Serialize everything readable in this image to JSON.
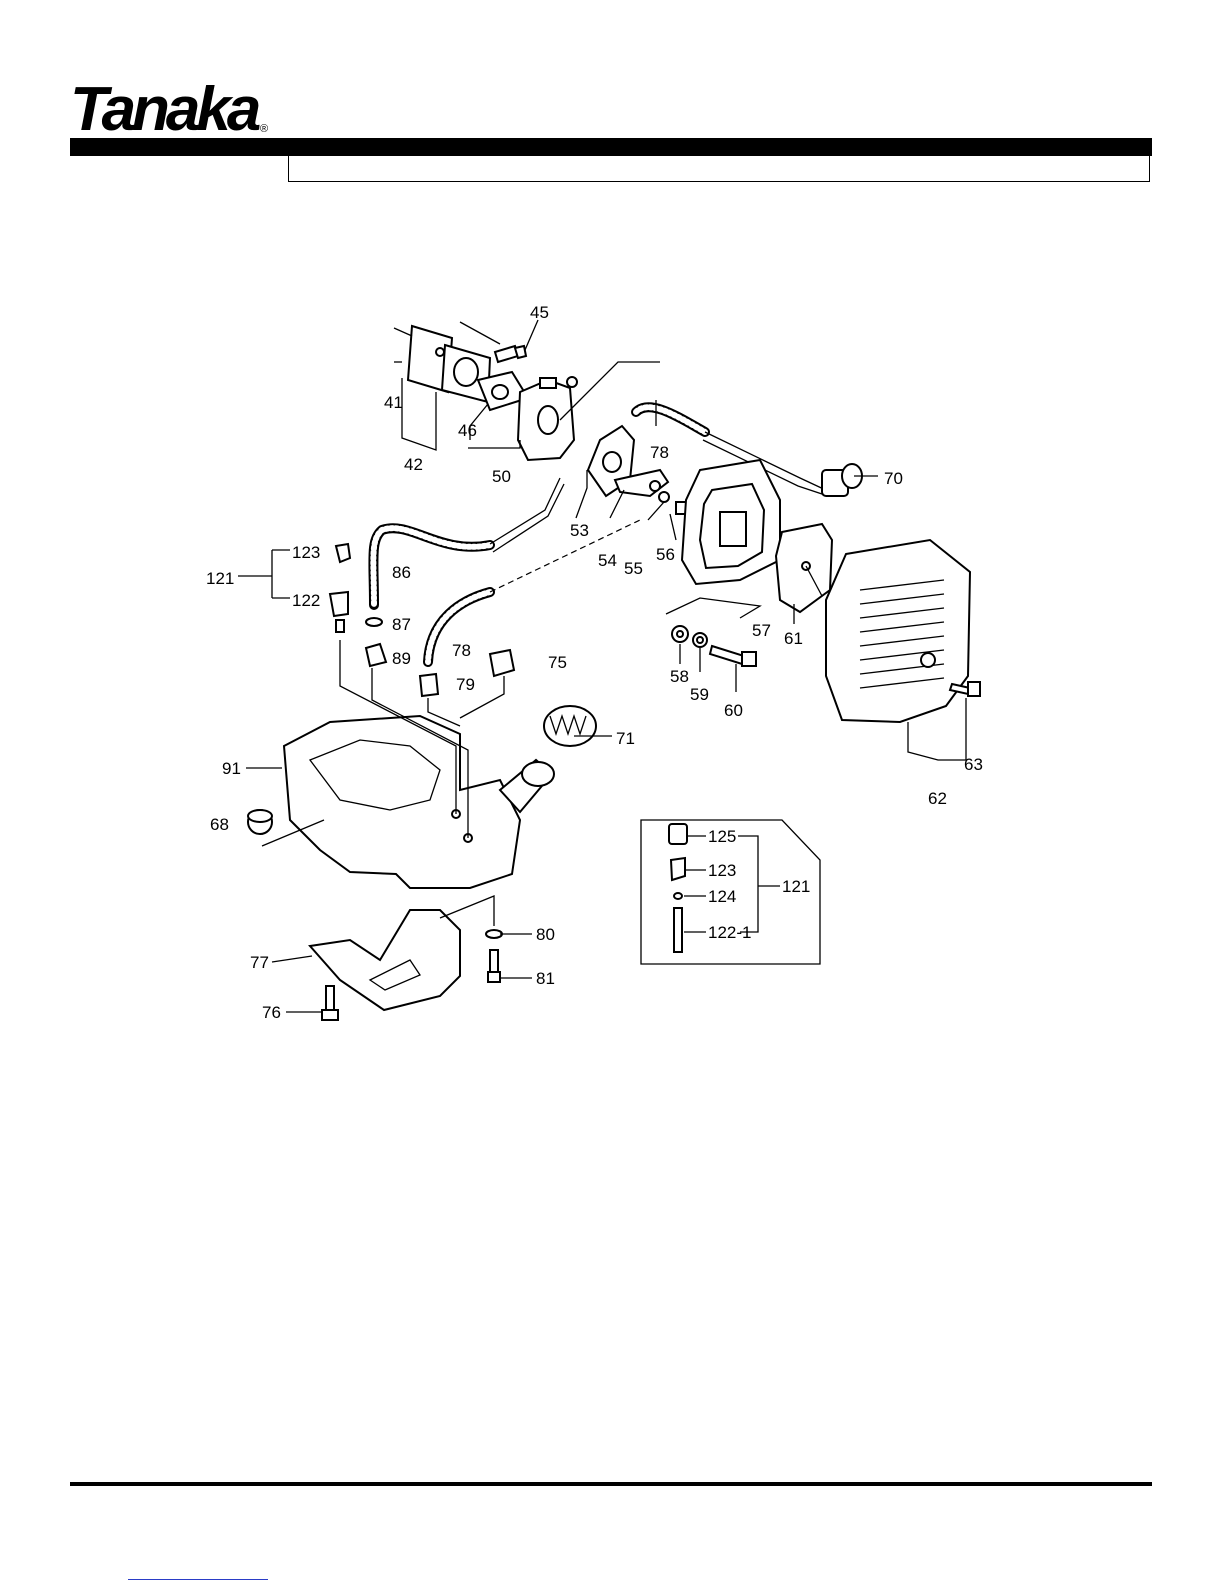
{
  "brand": {
    "name": "Tanaka",
    "registered": "®"
  },
  "section_title": "",
  "callouts": [
    {
      "id": "45",
      "text": "45"
    },
    {
      "id": "41",
      "text": "41"
    },
    {
      "id": "42",
      "text": "42"
    },
    {
      "id": "46",
      "text": "46"
    },
    {
      "id": "50",
      "text": "50"
    },
    {
      "id": "78a",
      "text": "78"
    },
    {
      "id": "70",
      "text": "70"
    },
    {
      "id": "53",
      "text": "53"
    },
    {
      "id": "54",
      "text": "54"
    },
    {
      "id": "55",
      "text": "55"
    },
    {
      "id": "56",
      "text": "56"
    },
    {
      "id": "57",
      "text": "57"
    },
    {
      "id": "123a",
      "text": "123"
    },
    {
      "id": "121a",
      "text": "121"
    },
    {
      "id": "122",
      "text": "122"
    },
    {
      "id": "86",
      "text": "86"
    },
    {
      "id": "87",
      "text": "87"
    },
    {
      "id": "89",
      "text": "89"
    },
    {
      "id": "78b",
      "text": "78"
    },
    {
      "id": "79",
      "text": "79"
    },
    {
      "id": "75",
      "text": "75"
    },
    {
      "id": "58",
      "text": "58"
    },
    {
      "id": "59",
      "text": "59"
    },
    {
      "id": "60",
      "text": "60"
    },
    {
      "id": "61",
      "text": "61"
    },
    {
      "id": "63",
      "text": "63"
    },
    {
      "id": "62",
      "text": "62"
    },
    {
      "id": "71",
      "text": "71"
    },
    {
      "id": "91",
      "text": "91"
    },
    {
      "id": "68",
      "text": "68"
    },
    {
      "id": "125",
      "text": "125"
    },
    {
      "id": "123b",
      "text": "123"
    },
    {
      "id": "124",
      "text": "124"
    },
    {
      "id": "121b",
      "text": "121"
    },
    {
      "id": "122-1",
      "text": "122-1"
    },
    {
      "id": "80",
      "text": "80"
    },
    {
      "id": "77",
      "text": "77"
    },
    {
      "id": "81",
      "text": "81"
    },
    {
      "id": "76",
      "text": "76"
    }
  ]
}
